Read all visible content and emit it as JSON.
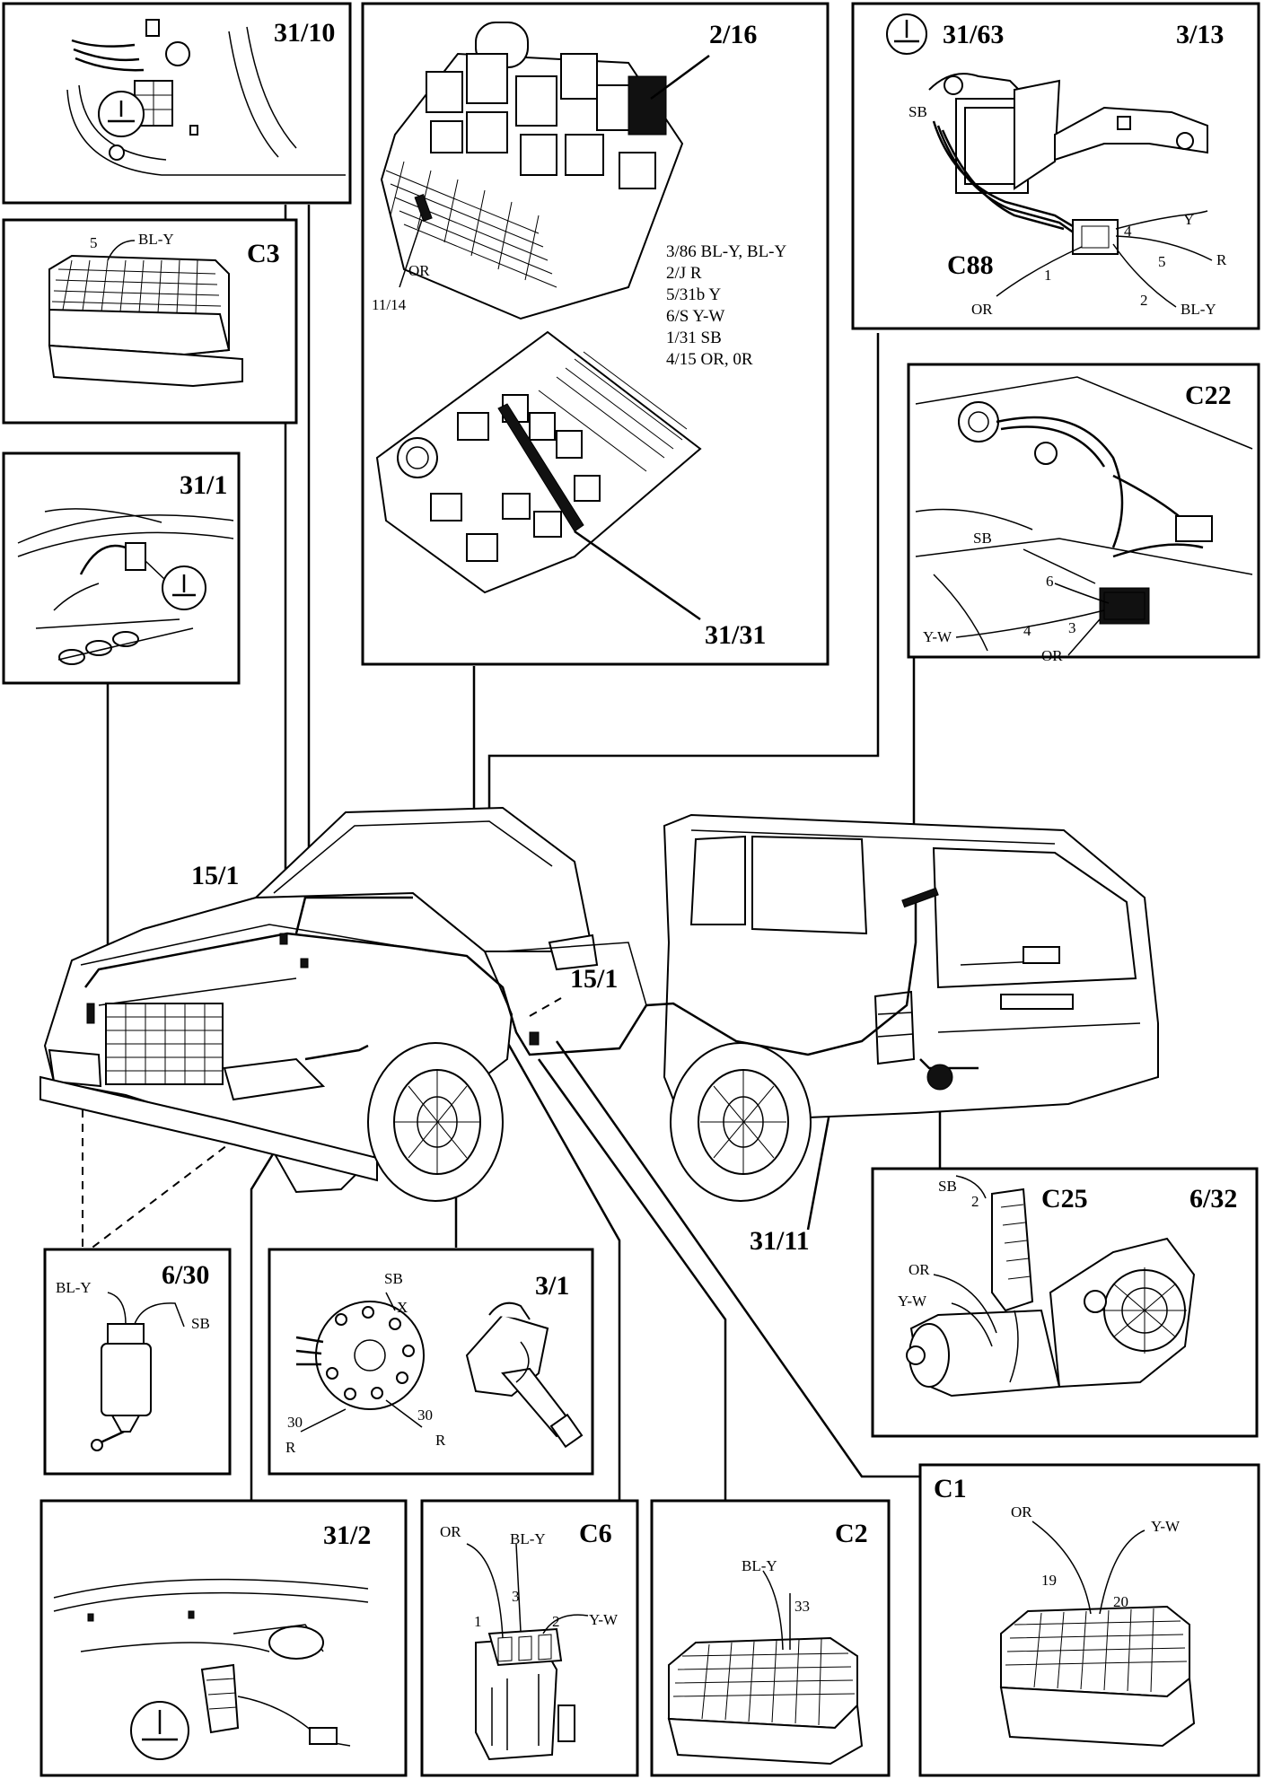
{
  "panels": {
    "p31_10": {
      "id": "31/10"
    },
    "p2_16": {
      "id": "2/16",
      "callout_or": "OR",
      "callout_11_14": "11/14",
      "id_bottom": "31/31",
      "pinout": [
        "3/86 BL-Y, BL-Y",
        "2/J R",
        "5/31b Y",
        "6/S Y-W",
        "1/31 SB",
        "4/15 OR, 0R"
      ]
    },
    "p3_13": {
      "id": "3/13",
      "ground_id": "31/63",
      "connector": "C88",
      "wires": {
        "sb": "SB",
        "y": "Y",
        "r": "R",
        "bly": "BL-Y",
        "or": "OR"
      },
      "pins": {
        "p4": "4",
        "p5": "5",
        "p1": "1",
        "p2": "2"
      }
    },
    "pC3": {
      "id": "C3",
      "pin": "5",
      "wire": "BL-Y"
    },
    "pC22": {
      "id": "C22",
      "wires": {
        "sb": "SB",
        "yw": "Y-W",
        "or": "OR"
      },
      "pins": {
        "p6": "6",
        "p4": "4",
        "p3": "3"
      }
    },
    "p31_1": {
      "id": "31/1"
    },
    "p6_30": {
      "id": "6/30",
      "wires": {
        "bly": "BL-Y",
        "sb": "SB"
      }
    },
    "p3_1": {
      "id": "3/1",
      "wires": {
        "sb": "SB",
        "x": "X",
        "r1": "R",
        "r2": "R"
      },
      "pins": {
        "p30a": "30",
        "p30b": "30"
      }
    },
    "p6_32": {
      "id": "6/32",
      "connector": "C25",
      "pin": "2",
      "wires": {
        "sb": "SB",
        "or": "OR",
        "yw": "Y-W"
      }
    },
    "p31_2": {
      "id": "31/2"
    },
    "pC6": {
      "id": "C6",
      "wires": {
        "or": "OR",
        "bly": "BL-Y",
        "yw": "Y-W"
      },
      "pins": {
        "p1": "1",
        "p3": "3",
        "p2": "2"
      }
    },
    "pC2": {
      "id": "C2",
      "wire": "BL-Y",
      "pin": "33"
    },
    "pC1": {
      "id": "C1",
      "wires": {
        "or": "OR",
        "yw": "Y-W"
      },
      "pins": {
        "p19": "19",
        "p20": "20"
      }
    }
  },
  "car": {
    "label_15_1_left": "15/1",
    "label_15_1_right": "15/1",
    "label_31_11": "31/11"
  }
}
